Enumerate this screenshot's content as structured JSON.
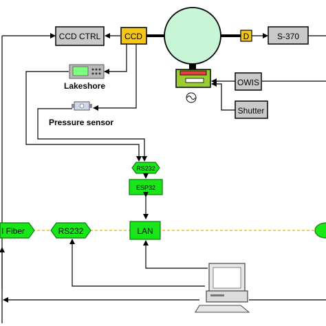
{
  "nodes": {
    "ccd_ctrl": "CCD CTRL",
    "ccd": "CCD",
    "d": "D",
    "s370": "S-370",
    "owis": "OWIS",
    "shutter": "Shutter",
    "lakeshore": "Lakeshore",
    "pressure_sensor": "Pressure sensor",
    "rs232_top": "RS232",
    "esp32": "ESP32",
    "fiber": "I Fiber",
    "rs232_bus": "RS232",
    "lan": "LAN"
  },
  "colors": {
    "gray_box": "#c9c9c9",
    "green_node": "#19e619",
    "ccd_yellow": "#f5c518",
    "chamber_fill": "#c8f5d6",
    "bus_line": "#e0b000",
    "device_green": "#9acd32"
  },
  "icons": [
    "lakeshore-monitor-icon",
    "pressure-gauge-icon",
    "computer-icon",
    "detector-icon",
    "sine-wave-icon"
  ]
}
